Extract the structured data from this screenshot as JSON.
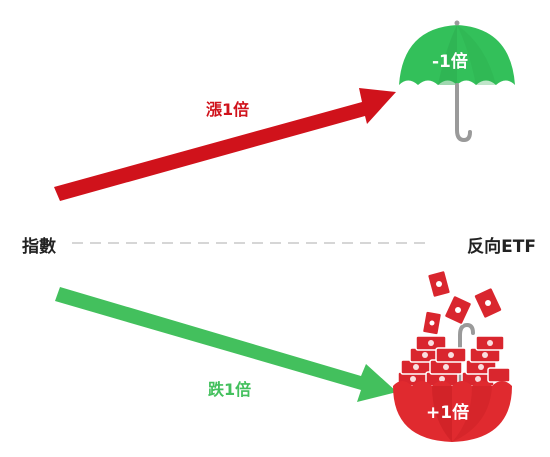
{
  "labels": {
    "index": "指數",
    "reverse_etf": "反向ETF",
    "rise": "漲1倍",
    "fall": "跌1倍",
    "umbrella_top": "-1倍",
    "umbrella_bottom": "+1倍"
  },
  "colors": {
    "rise_arrow": "#d0121b",
    "fall_arrow": "#43c05d",
    "umbrella_green": "#33c05a",
    "umbrella_red": "#e02a2f",
    "money_red": "#d9262e",
    "handle_gray": "#9a9a9a",
    "dashed_line": "#c8c8c8",
    "text_dark": "#222222"
  },
  "icons": {
    "top": "umbrella-icon",
    "bottom": "inverted-umbrella-with-money-icon"
  }
}
